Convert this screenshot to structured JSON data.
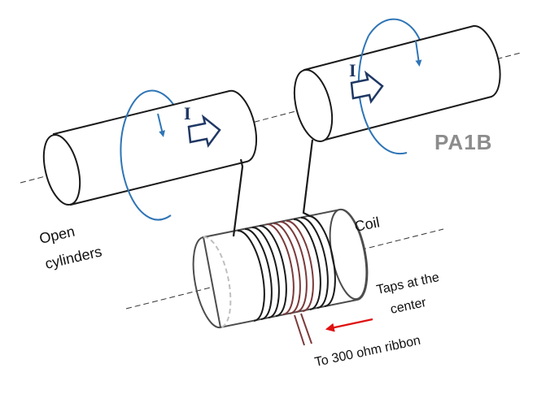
{
  "labels": {
    "open_cylinders_line1": "Open",
    "open_cylinders_line2": "cylinders",
    "coil": "Coil",
    "taps_line1": "Taps at the",
    "taps_line2": "center",
    "ribbon": "To 300 ohm ribbon",
    "tag": "PA1B",
    "current_left": "I",
    "current_right": "I"
  },
  "colors": {
    "outline": "#1a1a1a",
    "current_loop": "#2e75b6",
    "current_arrow": "#1f3864",
    "coil_wire_brown": "#7b3a3a",
    "pointer_red": "#e01010",
    "tag_gray": "#8c8c8c"
  }
}
